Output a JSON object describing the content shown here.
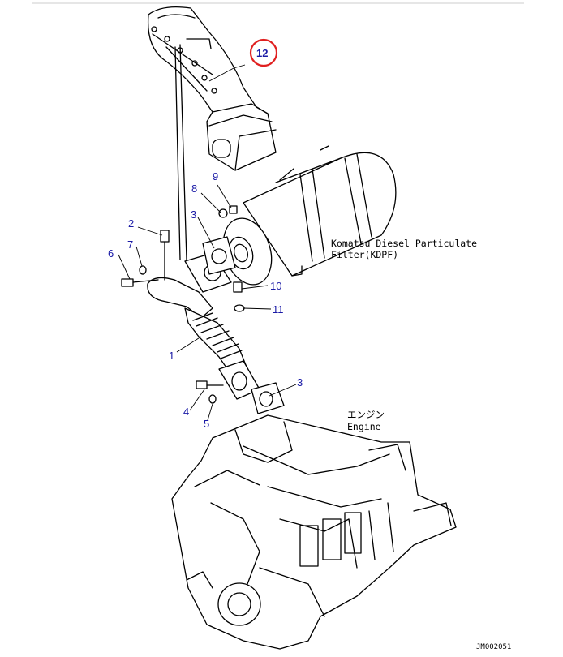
{
  "callouts": {
    "n1": "1",
    "n2": "2",
    "n3a": "3",
    "n3b": "3",
    "n4": "4",
    "n5": "5",
    "n6": "6",
    "n7": "7",
    "n8": "8",
    "n9": "9",
    "n10": "10",
    "n11": "11",
    "n12": "12"
  },
  "labels": {
    "kdpf_line1": "Komatsu Diesel Particulate",
    "kdpf_line2": "Filter(KDPF)",
    "engine_jp": "エンジン",
    "engine_en": "Engine",
    "figure_code": "JM002051"
  },
  "colors": {
    "callout_text": "#1a1aa6",
    "highlight_circle": "#e02020",
    "line": "#000000"
  },
  "icons": [
    "air-intake-duct",
    "kdpf-filter",
    "engine-block",
    "bellows-pipe"
  ]
}
